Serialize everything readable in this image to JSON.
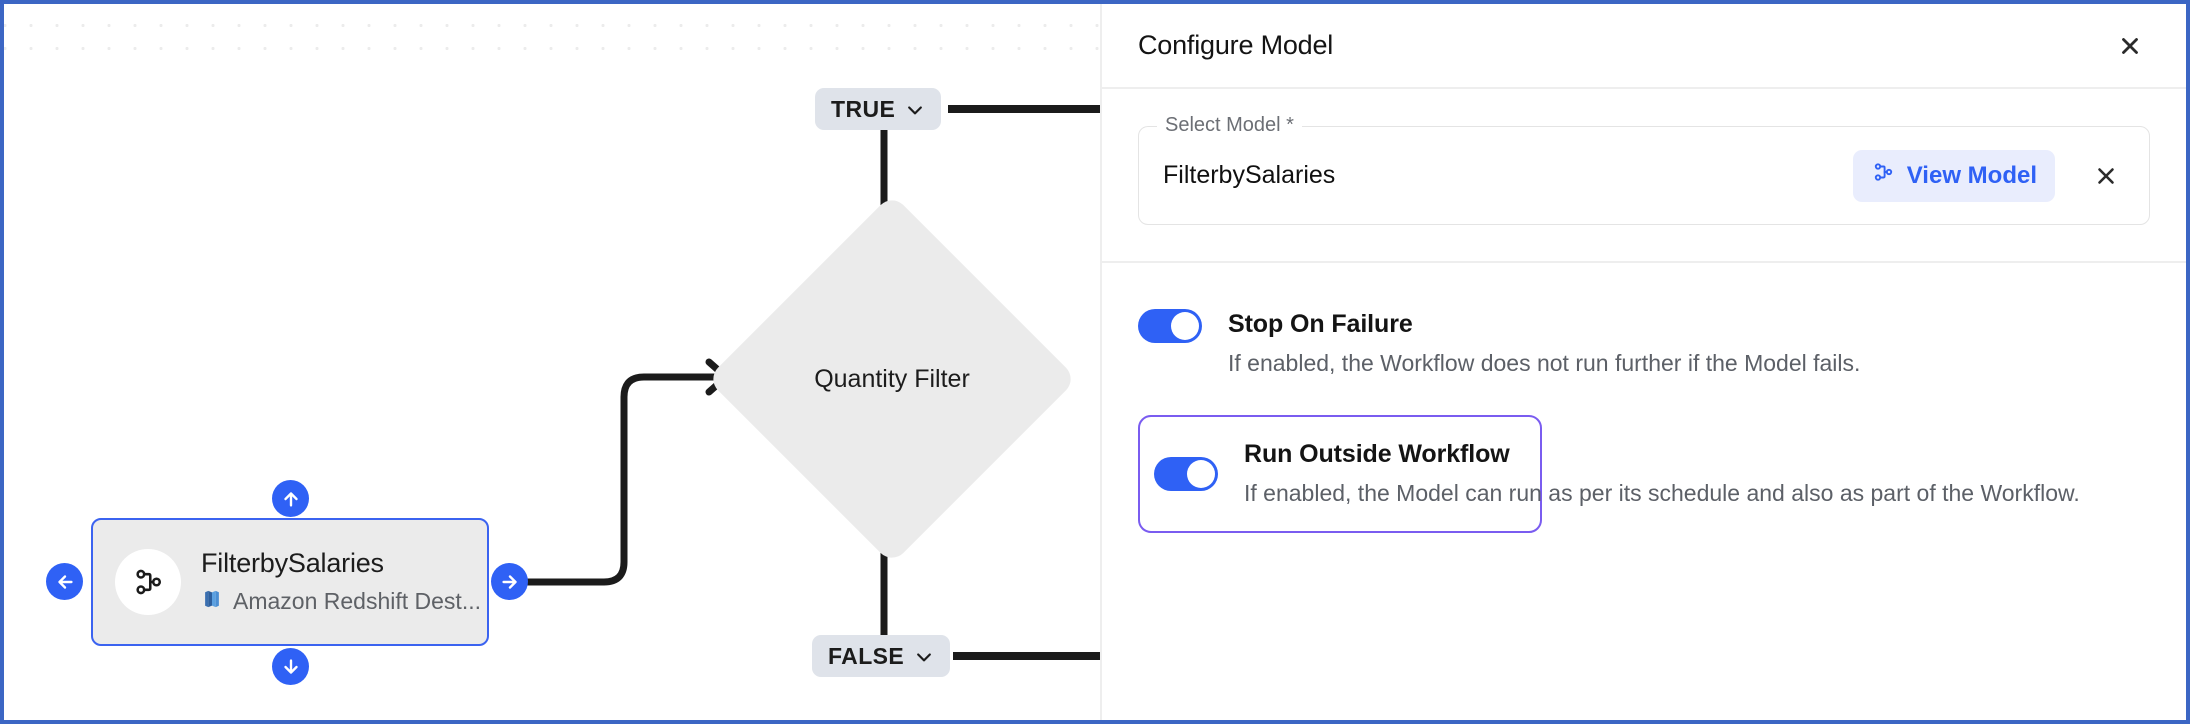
{
  "theme": {
    "accent_blue": "#2f61f5",
    "node_border_blue": "#3b63f0",
    "highlight_purple": "#7a5cf0",
    "page_border_blue": "#3c66c4",
    "node_fill_gray": "#ebebeb",
    "pill_gray": "#dfe3ea"
  },
  "canvas": {
    "node": {
      "title": "FilterbySalaries",
      "subtitle": "Amazon Redshift Dest...",
      "icon": "model-branch-icon",
      "source_icon": "amazon-redshift-icon",
      "handles": {
        "top": "arrow-up-icon",
        "bottom": "arrow-down-icon",
        "left": "arrow-left-icon",
        "right": "arrow-right-icon"
      }
    },
    "decision": {
      "label": "Quantity Filter",
      "branches": [
        {
          "label": "TRUE",
          "icon": "chevron-down-icon"
        },
        {
          "label": "FALSE",
          "icon": "chevron-down-icon"
        }
      ]
    }
  },
  "panel": {
    "title": "Configure Model",
    "close_icon": "close-icon",
    "model_section": {
      "legend": "Select Model *",
      "value": "FilterbySalaries",
      "view_button_label": "View Model",
      "view_button_icon": "model-branch-icon",
      "clear_icon": "close-icon"
    },
    "toggles": [
      {
        "label": "Stop On Failure",
        "description": "If enabled, the Workflow does not run further if the Model fails.",
        "enabled": true,
        "highlighted": false
      },
      {
        "label": "Run Outside Workflow",
        "description": "If enabled, the Model can run as per its schedule and also as part of the Workflow.",
        "enabled": true,
        "highlighted": true
      }
    ]
  }
}
